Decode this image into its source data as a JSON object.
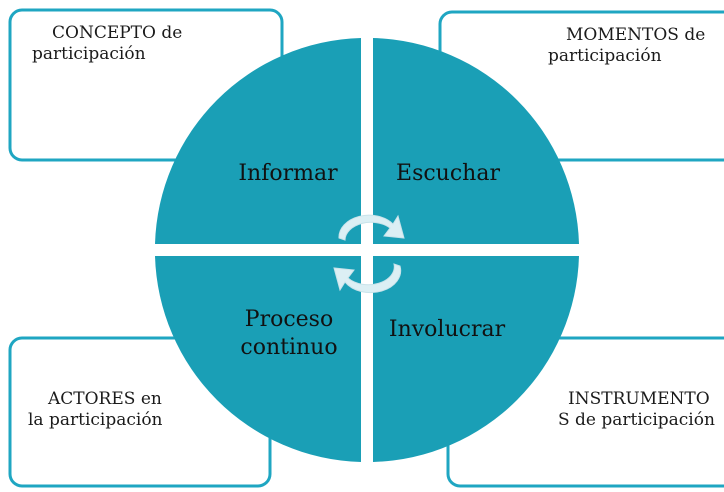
{
  "colors": {
    "accent": "#0aa0bb",
    "quadrant_fill": "#1a9fb6",
    "box_border": "#1fa6c2",
    "arrow_fill": "#dceff4",
    "text": "#1b1b1b",
    "background": "#ffffff"
  },
  "boxes": {
    "top_left": {
      "line1": "CONCEPTO de",
      "line2": "participación"
    },
    "top_right": {
      "line1": "MOMENTOS de",
      "line2": "participación"
    },
    "bottom_left": {
      "line1": "ACTORES en",
      "line2": "la participación"
    },
    "bottom_right": {
      "line1": "INSTRUMENTO",
      "line2": "S de participación"
    }
  },
  "quadrants": {
    "top_left": "Informar",
    "top_right": "Escuchar",
    "bottom_left": {
      "line1": "Proceso",
      "line2": "continuo"
    },
    "bottom_right": "Involucrar"
  },
  "center_icon": "cycle-arrows-icon"
}
